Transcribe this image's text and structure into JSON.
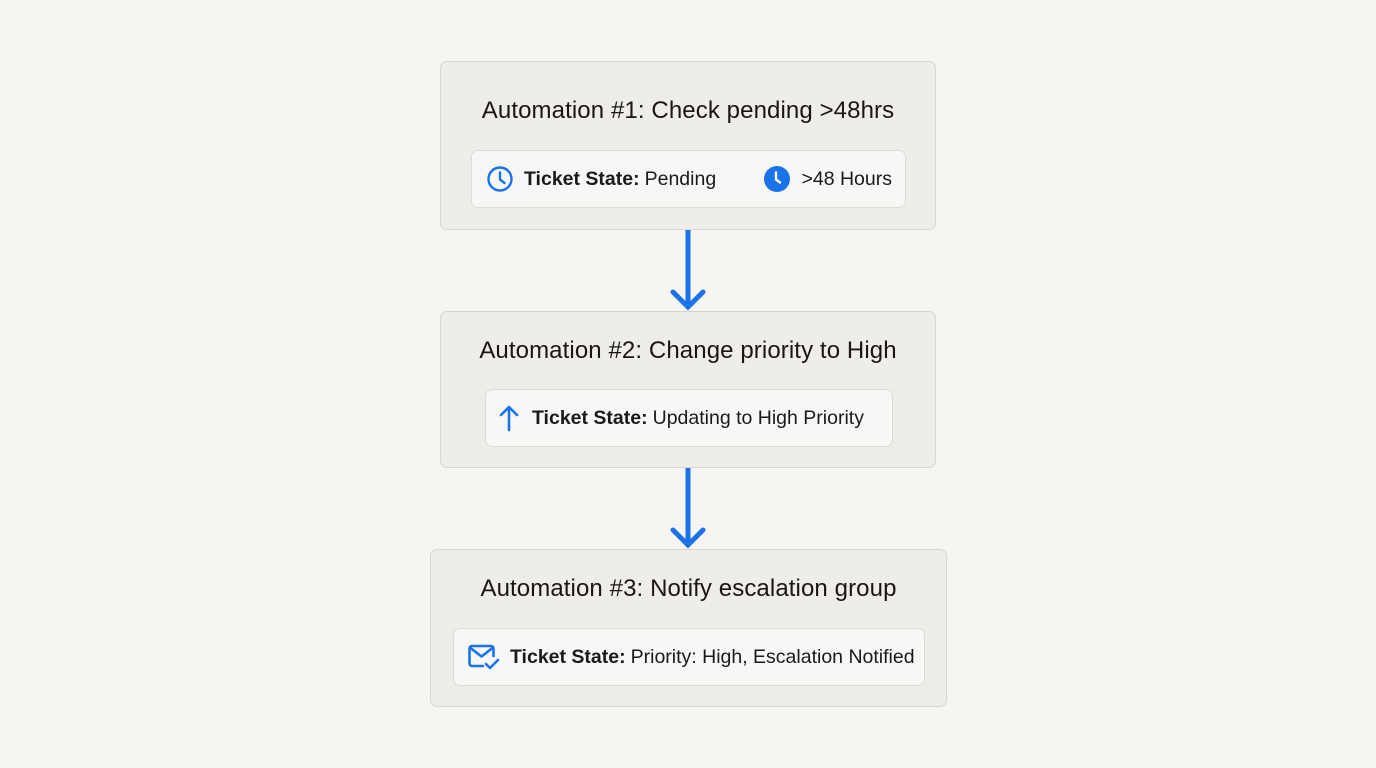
{
  "colors": {
    "accent": "#1a73e8",
    "background": "#f6f5f1",
    "card": "#eeede9",
    "pill": "#f7f7f5"
  },
  "steps": [
    {
      "title": "Automation #1: Check pending >48hrs",
      "state_label": "Ticket State:",
      "state_value": "Pending",
      "icon": "clock-outline-icon",
      "extra": {
        "icon": "clock-filled-icon",
        "text": ">48 Hours"
      }
    },
    {
      "title": "Automation #2: Change priority to High",
      "state_label": "Ticket State:",
      "state_value": "Updating to High Priority",
      "icon": "arrow-up-icon"
    },
    {
      "title": "Automation #3: Notify escalation group",
      "state_label": "Ticket State:",
      "state_value": "Priority: High, Escalation Notified",
      "icon": "mail-check-icon"
    }
  ],
  "connectors": [
    {
      "from": 1,
      "to": 2,
      "icon": "arrow-down-icon"
    },
    {
      "from": 2,
      "to": 3,
      "icon": "arrow-down-icon"
    }
  ]
}
